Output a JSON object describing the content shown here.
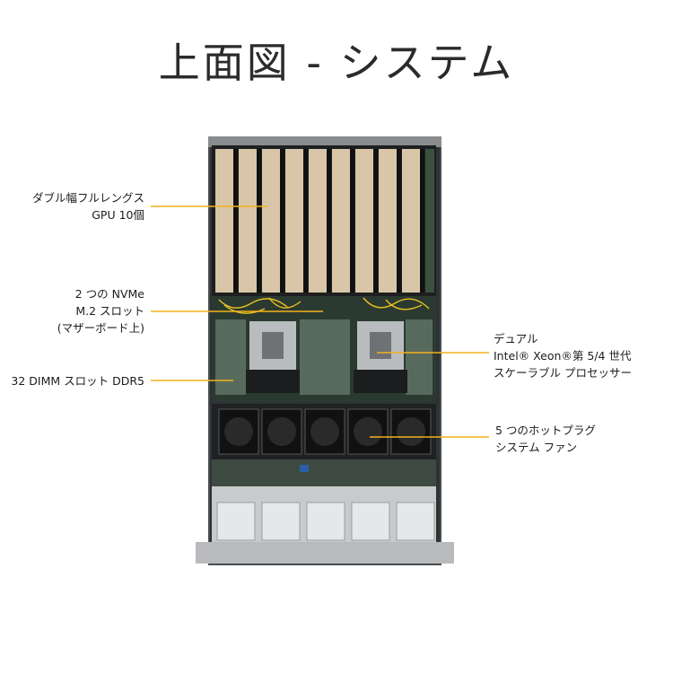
{
  "title": "上面図 - システム",
  "callouts": {
    "gpu": {
      "line1": "ダブル幅フルレングス",
      "line2": "GPU 10個"
    },
    "nvme": {
      "line1": "2 つの NVMe",
      "line2": "M.2 スロット",
      "line3": "(マザーボード上)"
    },
    "dimm": {
      "line1": "32 DIMM スロット DDR5"
    },
    "cpu": {
      "line1": "デュアル",
      "line2": "Intel® Xeon®第 5/4 世代",
      "line3": "スケーラブル プロセッサー"
    },
    "fans": {
      "line1": "5 つのホットプラグ",
      "line2": "システム ファン"
    }
  },
  "colors": {
    "leader_line": "#f2b21c",
    "chassis": "#3a3d40",
    "gpu_card": "#d9c6a8",
    "fan": "#1b1b1b"
  }
}
